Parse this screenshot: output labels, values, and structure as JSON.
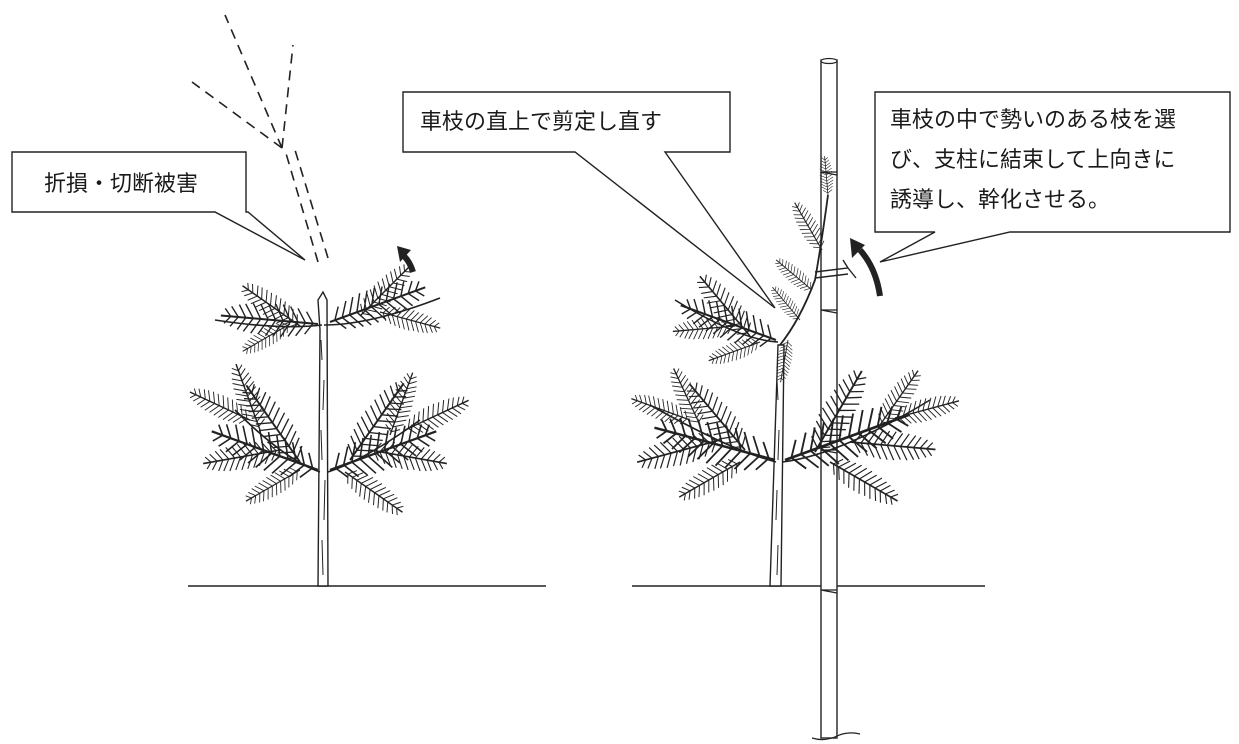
{
  "callouts": {
    "left": {
      "text": "折損・切断被害"
    },
    "middle": {
      "text": "車枝の直上で剪定し直す"
    },
    "right": {
      "lines": [
        "車枝の中で勢いのある枝を選",
        "び、支柱に結束して上向きに",
        "誘導し、幹化させる。"
      ]
    }
  },
  "colors": {
    "ink": "#1f1f1f",
    "paper": "#ffffff",
    "box_fill": "#ffffff"
  }
}
